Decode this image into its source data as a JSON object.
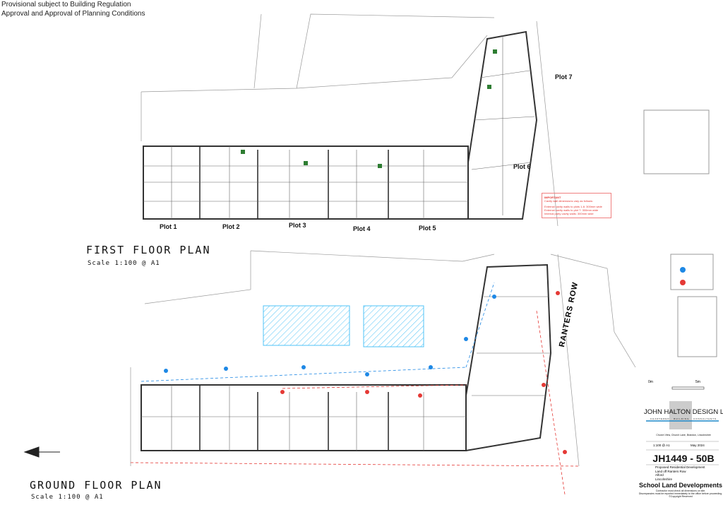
{
  "header": {
    "line1": "Provisional subject to Building Regulation",
    "line2": "Approval and Approval of Planning Conditions"
  },
  "first_floor": {
    "title": "FIRST FLOOR PLAN",
    "scale": "Scale 1:100 @ A1",
    "plots": [
      "Plot 1",
      "Plot 2",
      "Plot 3",
      "Plot 4",
      "Plot 5",
      "Plot 6",
      "Plot 7"
    ]
  },
  "ground_floor": {
    "title": "GROUND FLOOR PLAN",
    "scale": "Scale 1:100 @ A1",
    "street": "RANTERS ROW"
  },
  "important_box": {
    "heading": "IMPORTANT",
    "line1": "Cavity wall dimensions vary as follows:",
    "line2": "External cavity walls to plots 1-6: 300mm wide",
    "line3": "External cavity walls to plot 7: 300mm wide",
    "line4": "Internal party cavity walls: 300mm wide"
  },
  "title_block": {
    "scale_bar_start": "0m",
    "scale_bar_end": "5m",
    "company": "JOHN HALTON DESIGN LTD",
    "company_tagline": "CHARTERED · BUILDING · CONSULTANTS",
    "address": "Church View, Church Lane, Brandon, Lincolnshire",
    "scale": "1:100 @ A1",
    "date": "May 2024",
    "drawing_number": "JH1449 - 50B",
    "project_lines": [
      "Proposed Residential Development",
      "Land off Ranters Row",
      "Alford",
      "Lincolnshire"
    ],
    "client": "School Land Developments",
    "disclaimer1": "Contractor must check all dimensions on site.",
    "disclaimer2": "Discrepancies must be reported immediately to the office before proceeding.",
    "copyright": "©Copyright Reserved"
  },
  "colors": {
    "line": "#333333",
    "red": "#e53935",
    "blue": "#1e88e5",
    "hatch": "#4fc3f7",
    "green": "#2e7d32",
    "brand_blue": "#1e88c8"
  }
}
